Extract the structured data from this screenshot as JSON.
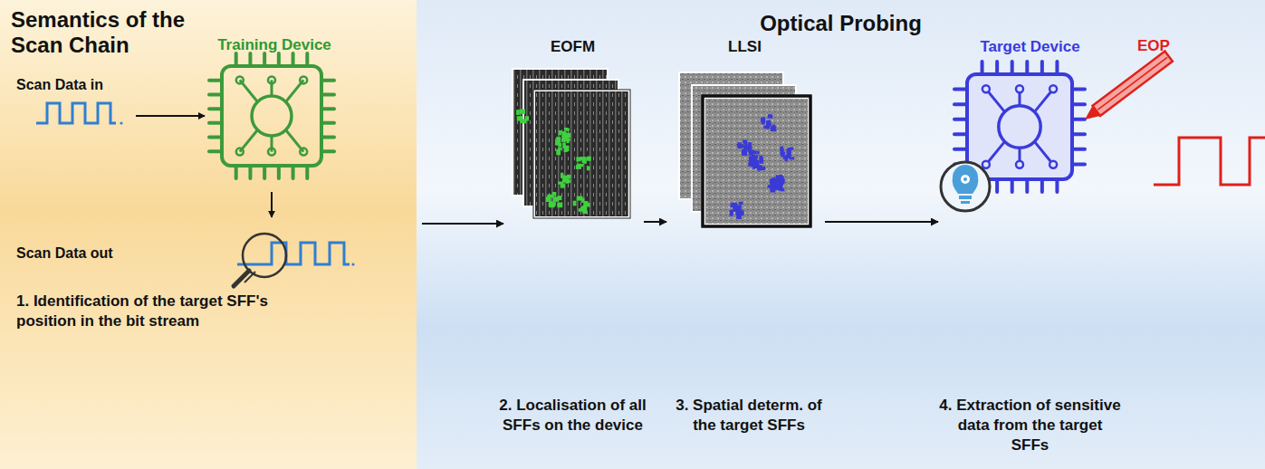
{
  "diagram": {
    "nodes": [
      {
        "text": [
          "Semantics of the Scan Chain"
        ]
      },
      {
        "text": [
          "Optical Probing"
        ]
      },
      {
        "text": [
          "Training Device"
        ],
        "in": 0
      },
      {
        "text": [
          "EOFM"
        ],
        "in": 1
      },
      {
        "text": [
          "LLSI"
        ],
        "in": 1
      },
      {
        "text": [
          "Target Device"
        ],
        "in": 1
      }
    ],
    "edges": [
      {
        "from": 0,
        "to": 3,
        "arrow": "to"
      },
      {
        "from": 3,
        "to": 4,
        "arrow": "to"
      },
      {
        "from": 4,
        "to": 5,
        "arrow": "to"
      }
    ],
    "labels": [
      "Scan Data in",
      "Scan Data out",
      "1. Identification of the target SFF's position in the bit stream",
      "2. Localisation of all SFFs on the device",
      "3. Spatial determ. of the target SFFs",
      "4. Extraction of sensitive data from the target SFFs",
      "EOP"
    ]
  }
}
